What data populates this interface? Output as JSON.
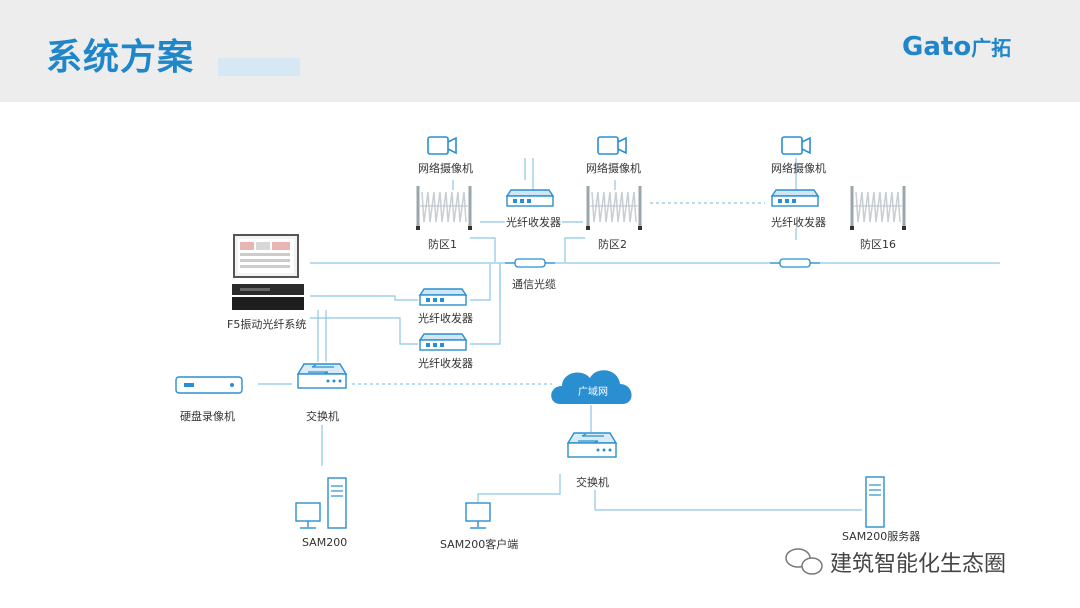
{
  "header": {
    "title": "系统方案",
    "logo_text": "Gato",
    "logo_cn": "广拓"
  },
  "labels": {
    "camera1": "网络摄像机",
    "camera2": "网络摄像机",
    "camera3": "网络摄像机",
    "transceiver_top1": "光纤收发器",
    "transceiver_top2": "光纤收发器",
    "transceiver_mid1": "光纤收发器",
    "transceiver_mid2": "光纤收发器",
    "zone1": "防区1",
    "zone2": "防区2",
    "zone16": "防区16",
    "cable": "通信光缆",
    "f5_system": "F5振动光纤系统",
    "nvr": "硬盘录像机",
    "switch1": "交换机",
    "switch2": "交换机",
    "wan": "广域网",
    "sam200": "SAM200",
    "sam200_client": "SAM200客户端",
    "sam200_server": "SAM200服务器"
  },
  "watermark": "建筑智能化生态圈",
  "colors": {
    "accent": "#1f86c9",
    "line": "#8cc8e6",
    "icon": "#2a8fd0"
  }
}
